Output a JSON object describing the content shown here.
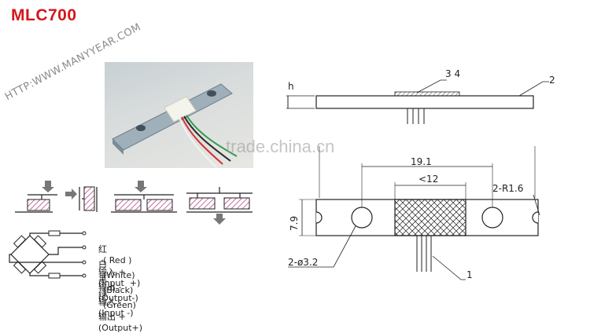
{
  "title": "MLC700",
  "watermark_site": "HTTP:WWW.MANYYEAR.COM",
  "watermark_trade": "trade.china.cn",
  "wires": [
    {
      "cn": "红",
      "color": "( Red )",
      "cn_func": "输入 +",
      "en_func": "(Input  +)"
    },
    {
      "cn": "白",
      "color": "(White)",
      "cn_func": "输出 -",
      "en_func": "(Output-)"
    },
    {
      "cn": "黑",
      "color": "(Black)",
      "cn_func": "输入 -",
      "en_func": "(Input -)"
    },
    {
      "cn": "绿",
      "color": "(Green)",
      "cn_func": "输出 +",
      "en_func": "(Output+)"
    }
  ],
  "side_view": {
    "h_label": "h",
    "label_34": "3  4",
    "label_2": "2"
  },
  "top_view": {
    "dim_top": "19.1",
    "dim_window": "<12",
    "radius": "2-R1.6",
    "height": "7.9",
    "holes": "2-ø3.2",
    "label_1": "1"
  },
  "colors": {
    "title": "#d4161c",
    "hatch": "#b34a8a",
    "line": "#222222"
  }
}
